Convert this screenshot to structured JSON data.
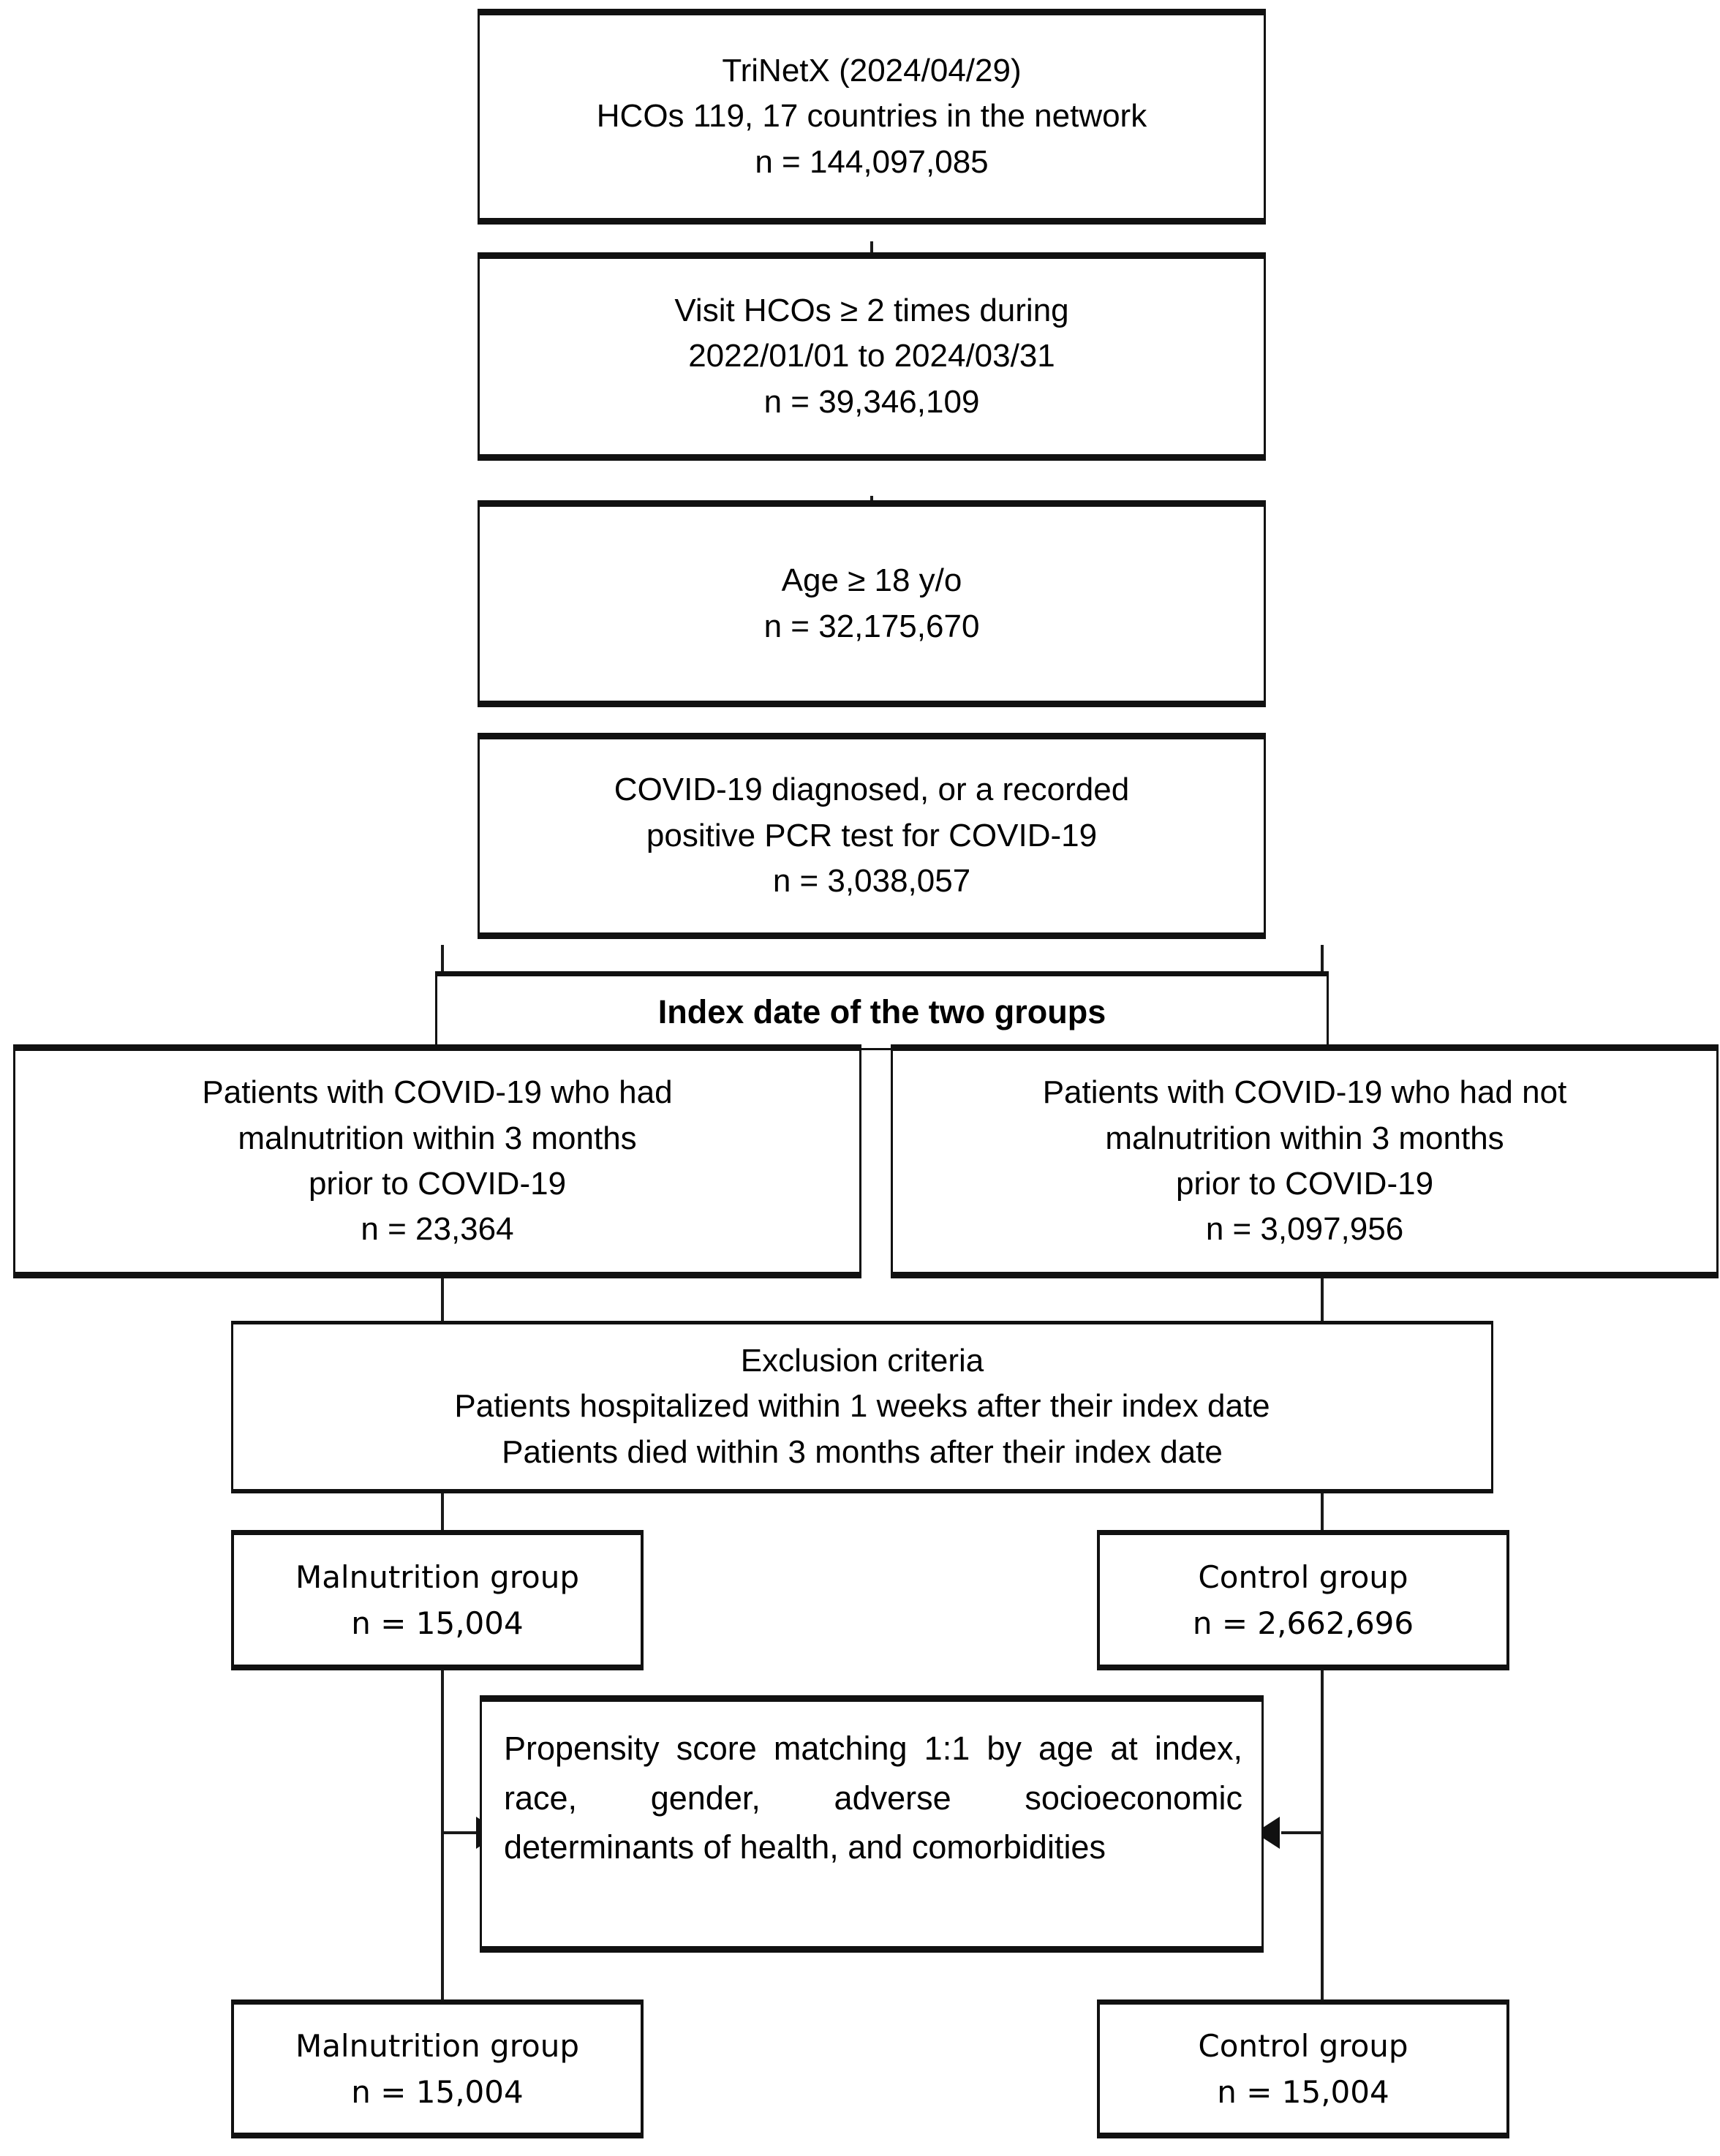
{
  "diagram": {
    "title": "Study population selection flow diagram",
    "type": "flowchart",
    "accent_color": "#111111",
    "background_color": "#ffffff"
  },
  "nodes": {
    "source": {
      "line1": "TriNetX (2024/04/29)",
      "line2": "HCOs 119, 17 countries in the network",
      "line3": "n = 144,097,085"
    },
    "visits": {
      "line1": "Visit HCOs ≥ 2 times during",
      "line2": "2022/01/01 to 2024/03/31",
      "line3": "n = 39,346,109"
    },
    "age": {
      "line1": "Age ≥ 18 y/o",
      "line2": "n = 32,175,670"
    },
    "covid": {
      "line1": "COVID-19 diagnosed, or a recorded",
      "line2": "positive PCR test for COVID-19",
      "line3": "n = 3,038,057"
    },
    "index_band": {
      "label": "Index date of the two groups"
    },
    "exposed": {
      "line1": "Patients with COVID-19 who had",
      "line2": "malnutrition within 3 months",
      "line3": "prior to COVID-19",
      "line4": "n = 23,364"
    },
    "unexposed": {
      "line1": "Patients with COVID-19 who had not",
      "line2": "malnutrition within 3 months",
      "line3": "prior to COVID-19",
      "line4": "n = 3,097,956"
    },
    "exclusion": {
      "line1": "Exclusion criteria",
      "line2": "Patients hospitalized within 1 weeks after their index date",
      "line3": "Patients died within 3 months after their index date"
    },
    "malnutrition_pre": {
      "line1": "Malnutrition  group",
      "line2": "n = 15,004"
    },
    "control_pre": {
      "line1": "Control  group",
      "line2": "n = 2,662,696"
    },
    "matching": {
      "text": "Propensity score matching 1:1 by age at index, race, gender, adverse socioeconomic determinants of health, and comorbidities"
    },
    "malnutrition_post": {
      "line1": "Malnutrition  group",
      "line2": "n = 15,004"
    },
    "control_post": {
      "line1": "Control  group",
      "line2": "n = 15,004"
    }
  },
  "arrows": {
    "left_into_matching": "arrow-right-icon",
    "right_into_matching": "arrow-left-icon"
  }
}
